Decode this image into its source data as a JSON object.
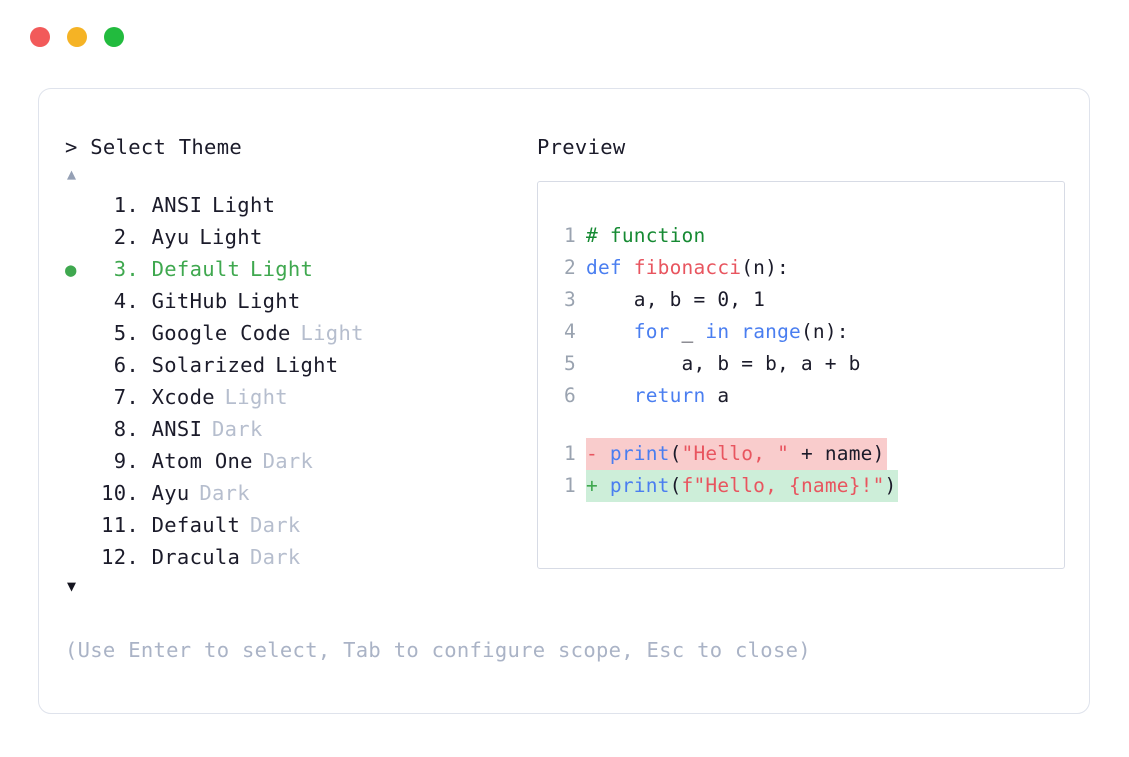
{
  "window": {
    "traffic_lights": [
      {
        "name": "close",
        "color": "#f25a5a"
      },
      {
        "name": "minimize",
        "color": "#f5b325"
      },
      {
        "name": "maximize",
        "color": "#22bb3e"
      }
    ]
  },
  "prompt": {
    "text": "> Select Theme",
    "scroll_up_icon": "▲",
    "scroll_down_icon": "▼"
  },
  "theme_list": {
    "selected_index": 3,
    "selected_bullet": "●",
    "items": [
      {
        "number": "1.",
        "name": "ANSI",
        "variant": "Light",
        "variant_dim": false,
        "selected": false,
        "bullet": ""
      },
      {
        "number": "2.",
        "name": "Ayu",
        "variant": "Light",
        "variant_dim": false,
        "selected": false,
        "bullet": ""
      },
      {
        "number": "3.",
        "name": "Default",
        "variant": "Light",
        "variant_dim": false,
        "selected": true,
        "bullet": "●"
      },
      {
        "number": "4.",
        "name": "GitHub",
        "variant": "Light",
        "variant_dim": false,
        "selected": false,
        "bullet": ""
      },
      {
        "number": "5.",
        "name": "Google Code",
        "variant": "Light",
        "variant_dim": true,
        "selected": false,
        "bullet": ""
      },
      {
        "number": "6.",
        "name": "Solarized",
        "variant": "Light",
        "variant_dim": false,
        "selected": false,
        "bullet": ""
      },
      {
        "number": "7.",
        "name": "Xcode",
        "variant": "Light",
        "variant_dim": true,
        "selected": false,
        "bullet": ""
      },
      {
        "number": "8.",
        "name": "ANSI",
        "variant": "Dark",
        "variant_dim": true,
        "selected": false,
        "bullet": ""
      },
      {
        "number": "9.",
        "name": "Atom One",
        "variant": "Dark",
        "variant_dim": true,
        "selected": false,
        "bullet": ""
      },
      {
        "number": "10.",
        "name": "Ayu",
        "variant": "Dark",
        "variant_dim": true,
        "selected": false,
        "bullet": ""
      },
      {
        "number": "11.",
        "name": "Default",
        "variant": "Dark",
        "variant_dim": true,
        "selected": false,
        "bullet": ""
      },
      {
        "number": "12.",
        "name": "Dracula",
        "variant": "Dark",
        "variant_dim": true,
        "selected": false,
        "bullet": ""
      }
    ]
  },
  "preview": {
    "label": "Preview",
    "code_lines": [
      {
        "num": "1",
        "tokens": [
          {
            "t": "# function",
            "c": "comment"
          }
        ]
      },
      {
        "num": "2",
        "tokens": [
          {
            "t": "def ",
            "c": "keyword"
          },
          {
            "t": "fibonacci",
            "c": "func"
          },
          {
            "t": "(n):",
            "c": "plain"
          }
        ]
      },
      {
        "num": "3",
        "tokens": [
          {
            "t": "    a, b = 0, 1",
            "c": "plain"
          }
        ]
      },
      {
        "num": "4",
        "tokens": [
          {
            "t": "    ",
            "c": "plain"
          },
          {
            "t": "for",
            "c": "keyword"
          },
          {
            "t": " _ ",
            "c": "plain"
          },
          {
            "t": "in ",
            "c": "keyword"
          },
          {
            "t": "range",
            "c": "builtin"
          },
          {
            "t": "(n):",
            "c": "plain"
          }
        ]
      },
      {
        "num": "5",
        "tokens": [
          {
            "t": "        a, b = b, a + b",
            "c": "plain"
          }
        ]
      },
      {
        "num": "6",
        "tokens": [
          {
            "t": "    ",
            "c": "plain"
          },
          {
            "t": "return",
            "c": "keyword"
          },
          {
            "t": " a",
            "c": "plain"
          }
        ]
      }
    ],
    "diff_lines": [
      {
        "num": "1",
        "kind": "del",
        "sign": "-",
        "tokens": [
          {
            "t": "print",
            "c": "builtin"
          },
          {
            "t": "(",
            "c": "plain"
          },
          {
            "t": "\"Hello, \"",
            "c": "string"
          },
          {
            "t": " + name)",
            "c": "plain"
          }
        ]
      },
      {
        "num": "1",
        "kind": "add",
        "sign": "+",
        "tokens": [
          {
            "t": "print",
            "c": "builtin"
          },
          {
            "t": "(",
            "c": "plain"
          },
          {
            "t": "f\"Hello, {name}!\"",
            "c": "string"
          },
          {
            "t": ")",
            "c": "plain"
          }
        ]
      }
    ]
  },
  "hint": {
    "text": "(Use Enter to select, Tab to configure scope, Esc to close)"
  },
  "colors": {
    "selected_green": "#3fa84f",
    "dim_gray": "#b6bece",
    "text_dark": "#1b1b2a",
    "gutter_gray": "#9aa3b0",
    "diff_del_bg": "#f9cccc",
    "diff_add_bg": "#cdeed9",
    "panel_border": "#dfe3ec"
  }
}
